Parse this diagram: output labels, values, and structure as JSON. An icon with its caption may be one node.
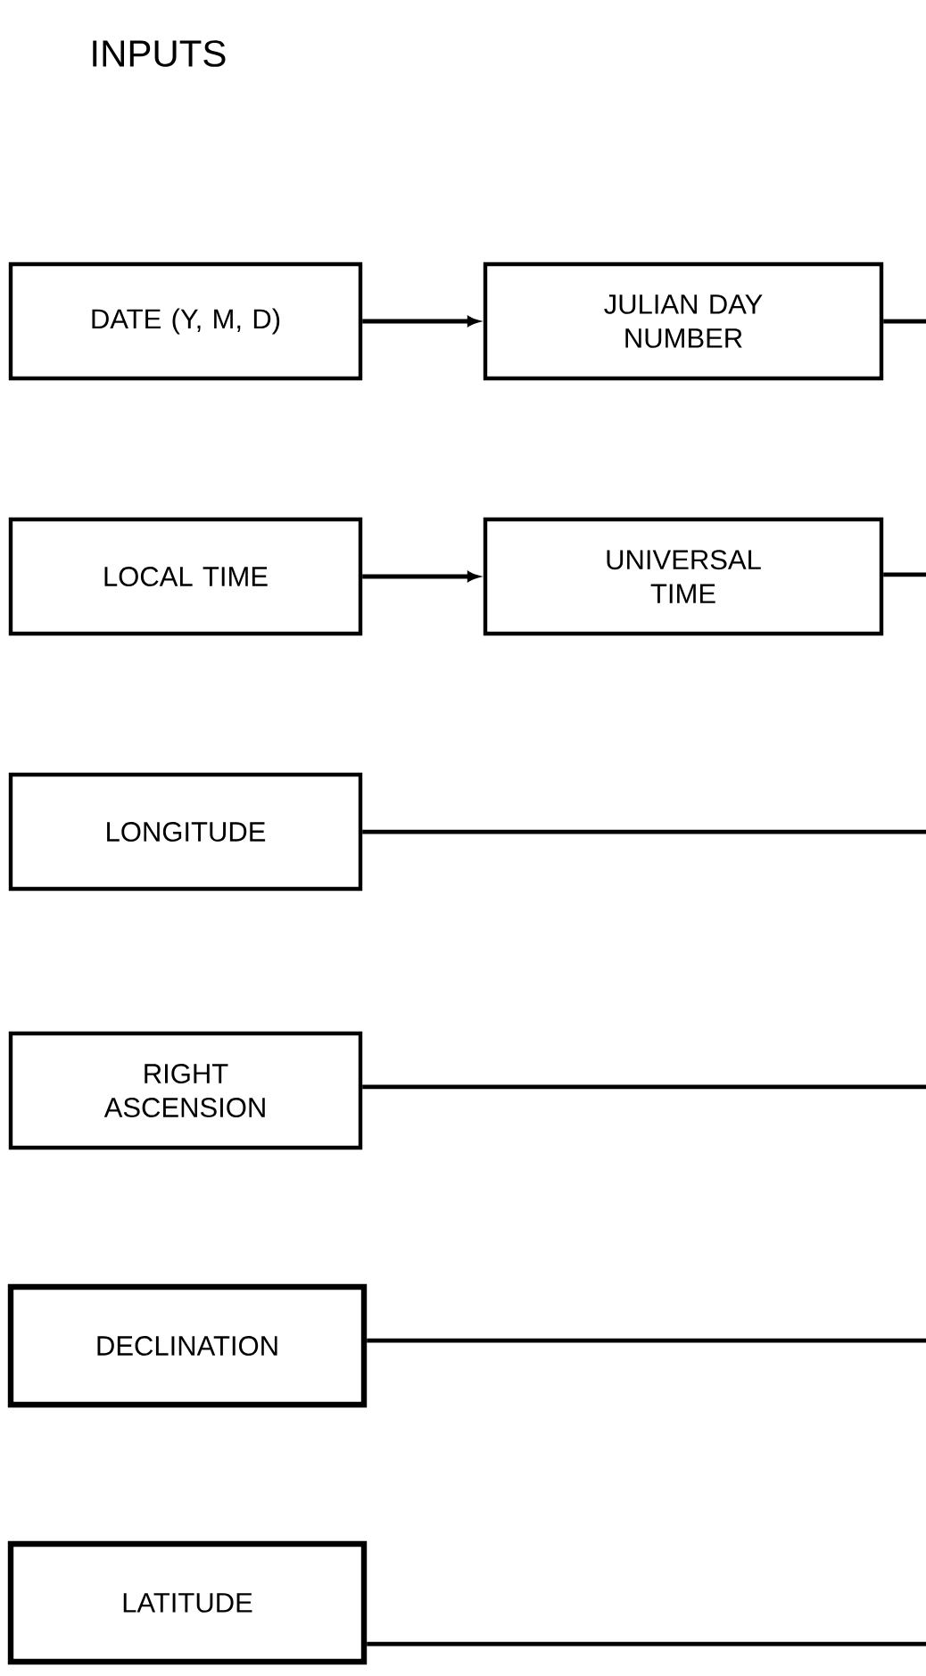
{
  "diagram": {
    "title": "INPUTS",
    "nodes": [
      {
        "text": [
          "DATE (Y, M, D)"
        ]
      },
      {
        "text": [
          "JULIAN DAY NUMBER"
        ]
      },
      {
        "text": [
          "LOCAL TIME"
        ]
      },
      {
        "text": [
          "UNIVERSAL TIME"
        ]
      },
      {
        "text": [
          "LONGITUDE"
        ]
      },
      {
        "text": [
          "RIGHT ASCENSION"
        ]
      },
      {
        "text": [
          "DECLINATION"
        ]
      },
      {
        "text": [
          "LATITUDE"
        ]
      }
    ],
    "edges": [
      {
        "from": 0,
        "to": 1,
        "arrow": "to"
      },
      {
        "from": 1,
        "to": null,
        "arrow": "none"
      },
      {
        "from": 2,
        "to": 3,
        "arrow": "to"
      },
      {
        "from": 3,
        "to": null,
        "arrow": "none"
      },
      {
        "from": 4,
        "to": null,
        "arrow": "none"
      },
      {
        "from": 5,
        "to": null,
        "arrow": "none"
      },
      {
        "from": 6,
        "to": null,
        "arrow": "none"
      },
      {
        "from": 7,
        "to": null,
        "arrow": "none"
      }
    ]
  }
}
